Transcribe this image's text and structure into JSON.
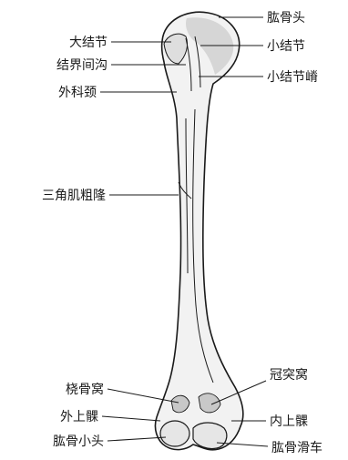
{
  "labels": {
    "humerus_head": "肱骨头",
    "greater_tubercle": "大结节",
    "lesser_tubercle": "小结节",
    "intertubercular_groove": "结界间沟",
    "lesser_tubercle_crest": "小结节嵴",
    "surgical_neck": "外科颈",
    "deltoid_tuberosity": "三角肌粗隆",
    "radial_fossa": "桡骨窝",
    "coronoid_fossa": "冠突窝",
    "lateral_epicondyle": "外上髁",
    "medial_epicondyle": "内上髁",
    "capitulum": "肱骨小头",
    "trochlea": "肱骨滑车"
  },
  "colors": {
    "bone_fill": "#f2f2f2",
    "ink": "#1a1a1a"
  }
}
